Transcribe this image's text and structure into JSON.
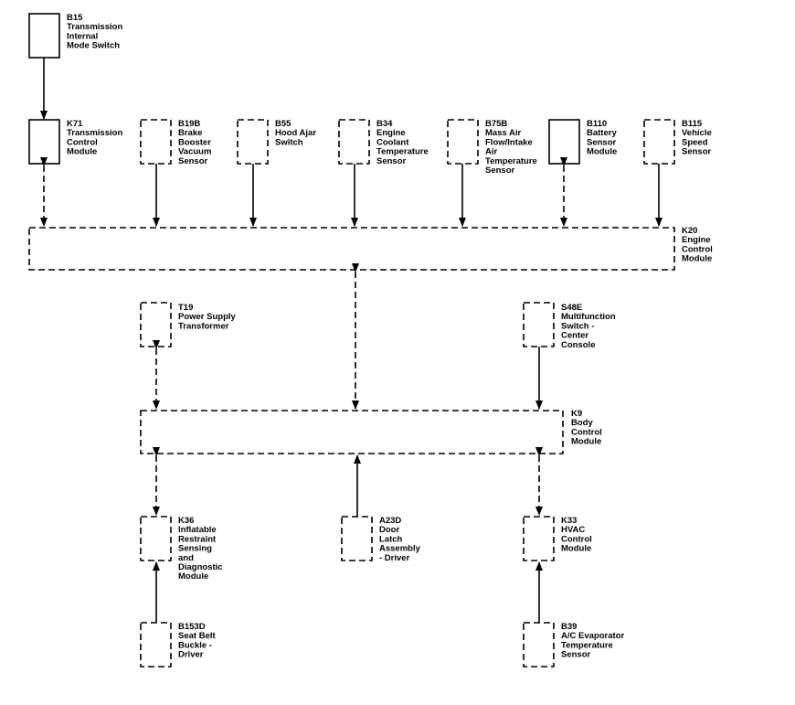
{
  "diagram": {
    "components": [
      {
        "id": "B15",
        "lines": [
          "B15",
          "Transmission",
          "Internal",
          "Mode Switch"
        ]
      },
      {
        "id": "K71",
        "lines": [
          "K71",
          "Transmission",
          "Control",
          "Module"
        ]
      },
      {
        "id": "B19B",
        "lines": [
          "B19B",
          "Brake",
          "Booster",
          "Vacuum",
          "Sensor"
        ]
      },
      {
        "id": "B55",
        "lines": [
          "B55",
          "Hood Ajar",
          "Switch"
        ]
      },
      {
        "id": "B34",
        "lines": [
          "B34",
          "Engine",
          "Coolant",
          "Temperature",
          "Sensor"
        ]
      },
      {
        "id": "B75B",
        "lines": [
          "B75B",
          "Mass Air",
          "Flow/Intake",
          "Air",
          "Temperature",
          "Sensor"
        ]
      },
      {
        "id": "B110",
        "lines": [
          "B110",
          "Battery",
          "Sensor",
          "Module"
        ]
      },
      {
        "id": "B115",
        "lines": [
          "B115",
          "Vehicle",
          "Speed",
          "Sensor"
        ]
      },
      {
        "id": "K20",
        "lines": [
          "K20",
          "Engine",
          "Control",
          "Module"
        ]
      },
      {
        "id": "T19",
        "lines": [
          "T19",
          "Power Supply",
          "Transformer"
        ]
      },
      {
        "id": "S48E",
        "lines": [
          "S48E",
          "Multifunction",
          "Switch -",
          "Center",
          "Console"
        ]
      },
      {
        "id": "K9",
        "lines": [
          "K9",
          "Body",
          "Control",
          "Module"
        ]
      },
      {
        "id": "K36",
        "lines": [
          "K36",
          "Inflatable",
          "Restraint",
          "Sensing",
          "and",
          "Diagnostic",
          "Module"
        ]
      },
      {
        "id": "A23D",
        "lines": [
          "A23D",
          "Door",
          "Latch",
          "Assembly",
          "- Driver"
        ]
      },
      {
        "id": "K33",
        "lines": [
          "K33",
          "HVAC",
          "Control",
          "Module"
        ]
      },
      {
        "id": "B153D",
        "lines": [
          "B153D",
          "Seat Belt",
          "Buckle -",
          "Driver"
        ]
      },
      {
        "id": "B39",
        "lines": [
          "B39",
          "A/C Evaporator",
          "Temperature",
          "Sensor"
        ]
      }
    ]
  }
}
